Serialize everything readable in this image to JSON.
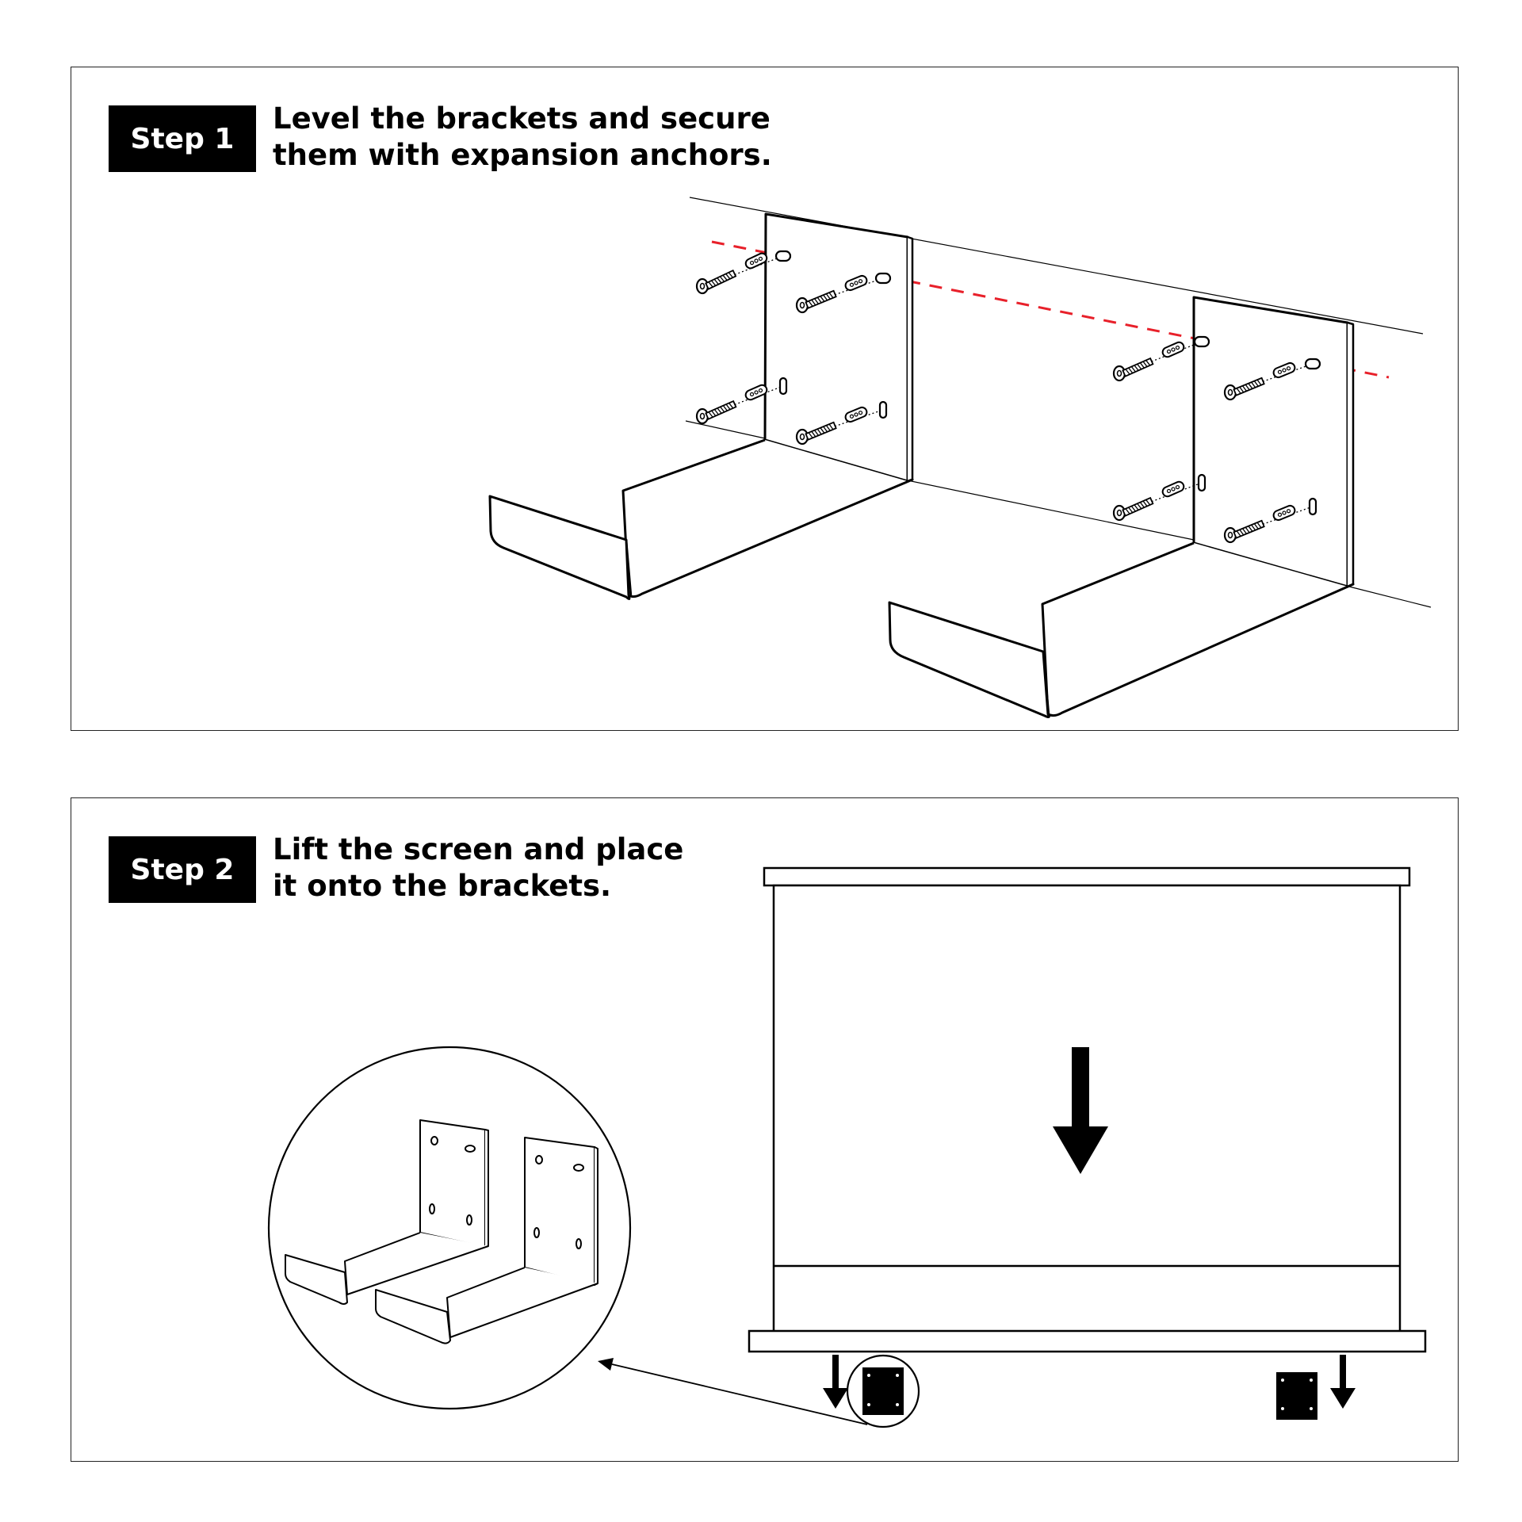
{
  "steps": [
    {
      "label": "Step 1",
      "lines": [
        "Level the brackets and secure",
        "them with expansion anchors."
      ]
    },
    {
      "label": "Step 2",
      "lines": [
        "Lift the screen and place",
        "it onto the brackets."
      ]
    }
  ],
  "colors": {
    "level_line": "#e8202a",
    "ink": "#000000"
  }
}
